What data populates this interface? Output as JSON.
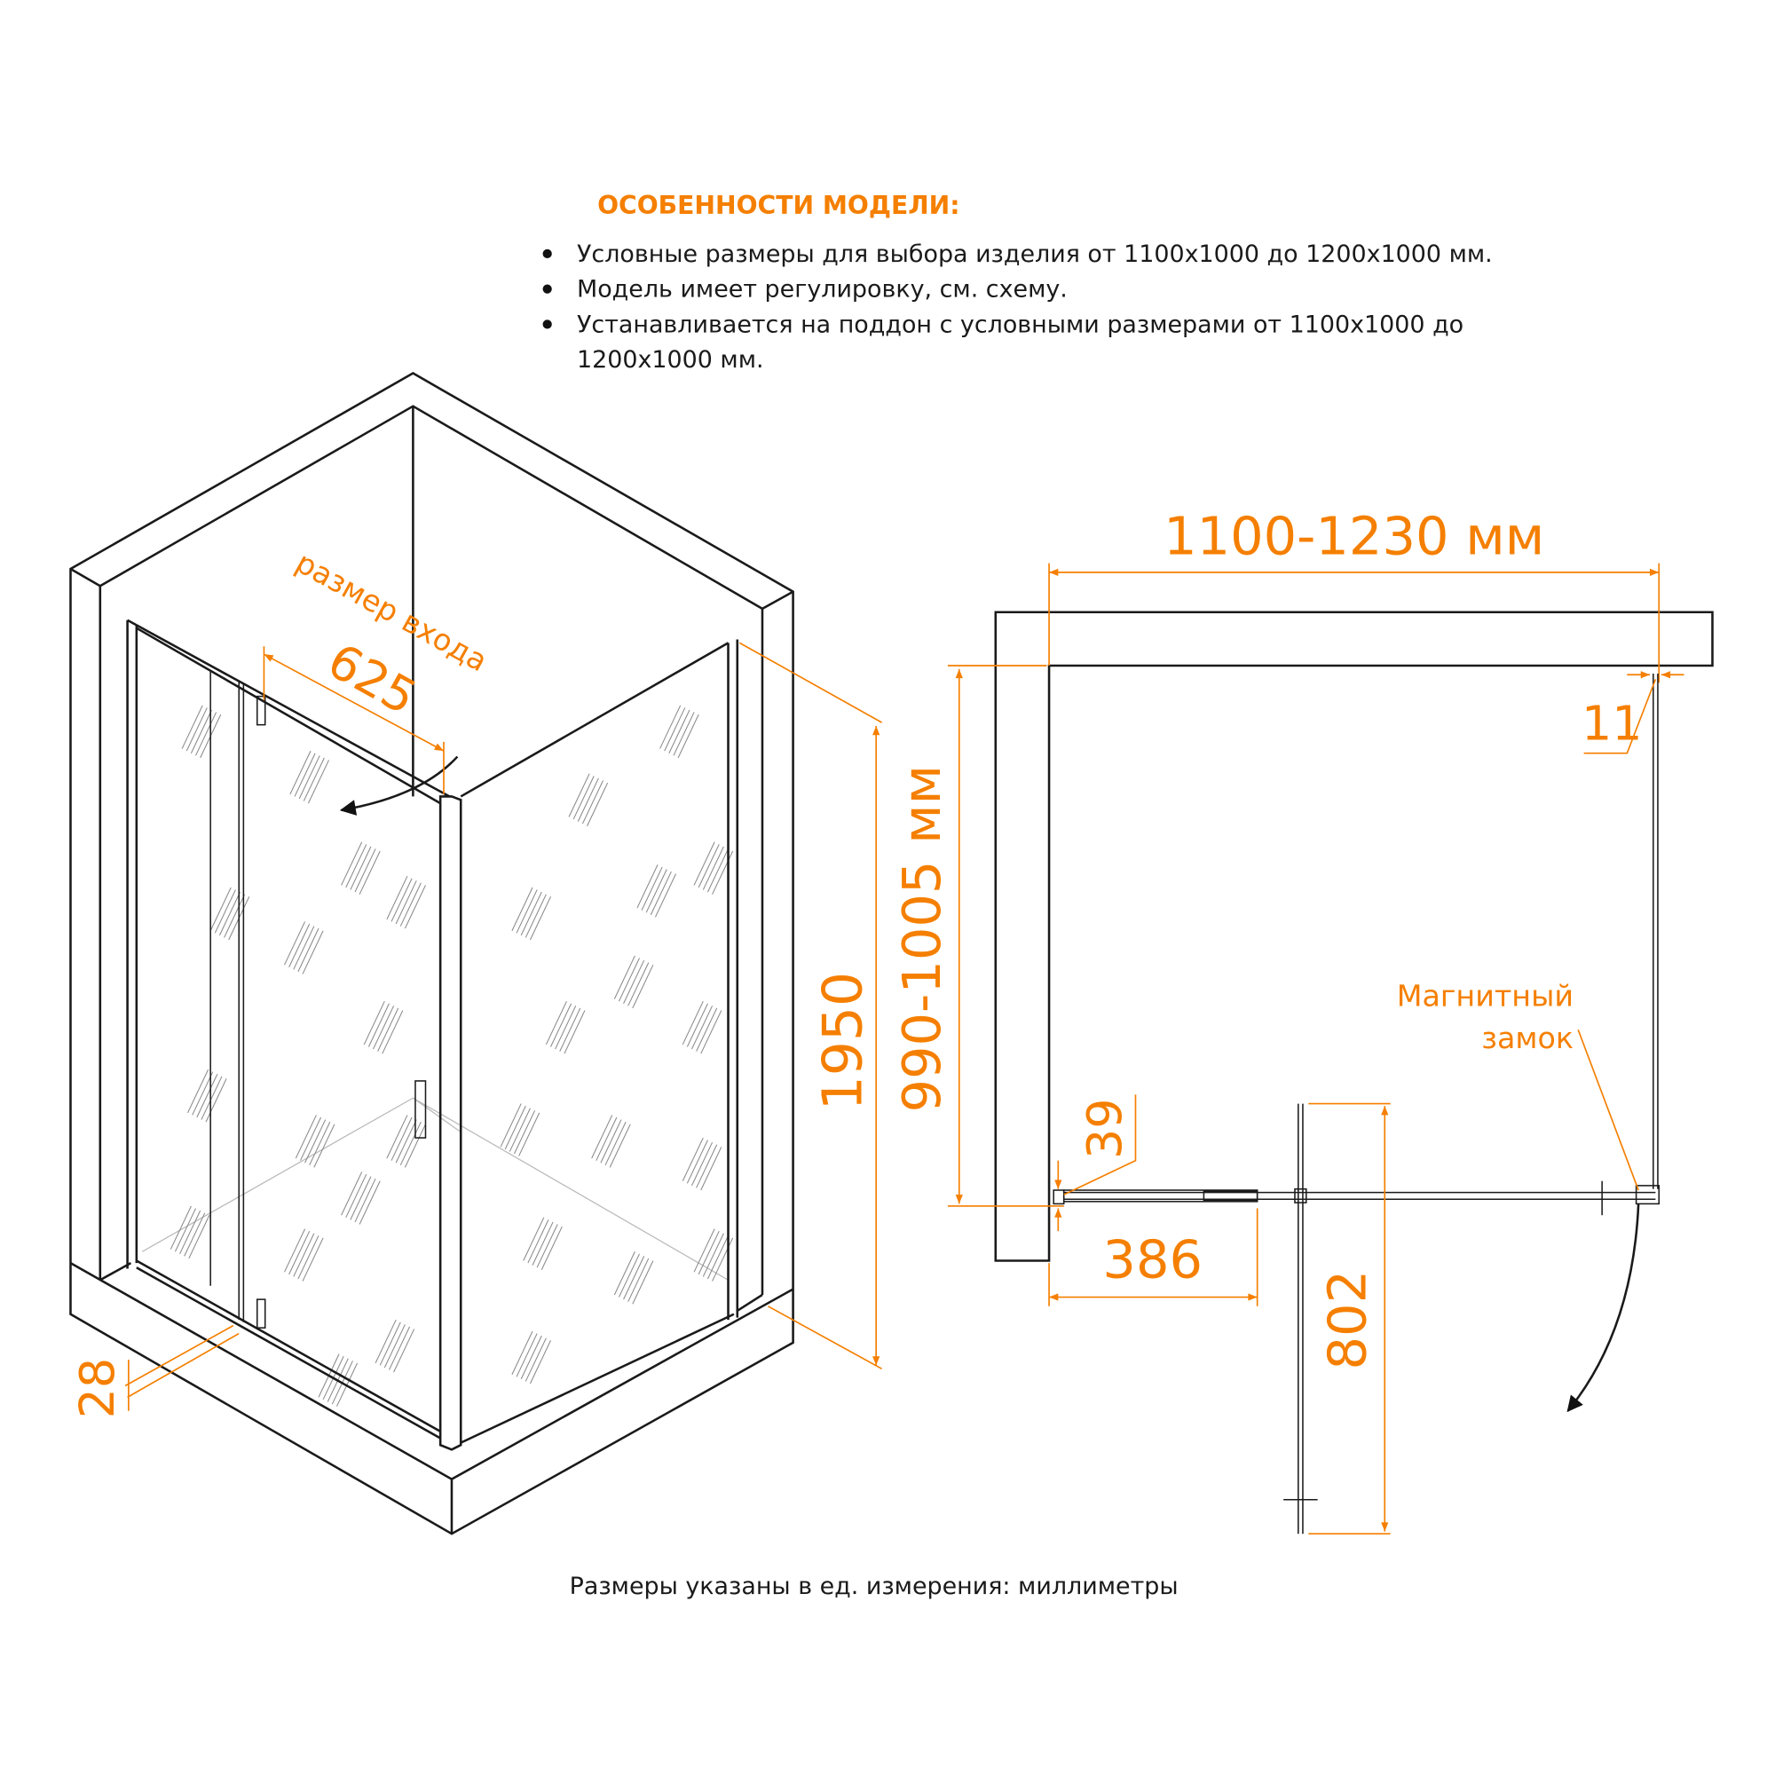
{
  "features": {
    "title": "ОСОБЕННОСТИ МОДЕЛИ:",
    "bullets": [
      "Условные размеры для выбора изделия от 1100x1000 до 1200x1000 мм.",
      "Модель имеет регулировку, см. схему.",
      "Устанавливается на поддон с условными размерами от 1100x1000 до",
      "1200x1000 мм."
    ]
  },
  "iso_view": {
    "entry_label": "размер входа",
    "entry_width": "625",
    "height": "1950",
    "threshold": "28"
  },
  "plan_view": {
    "width_range": "1100-1230 мм",
    "depth_range": "990-1005 мм",
    "gap": "11",
    "profile": "39",
    "fixed_panel": "386",
    "door_swing": "802",
    "magnet_label_1": "Магнитный",
    "magnet_label_2": "замок"
  },
  "footer": "Размеры указаны в ед. измерения: миллиметры",
  "colors": {
    "accent": "#F57F00",
    "line": "#1a1a1a"
  }
}
